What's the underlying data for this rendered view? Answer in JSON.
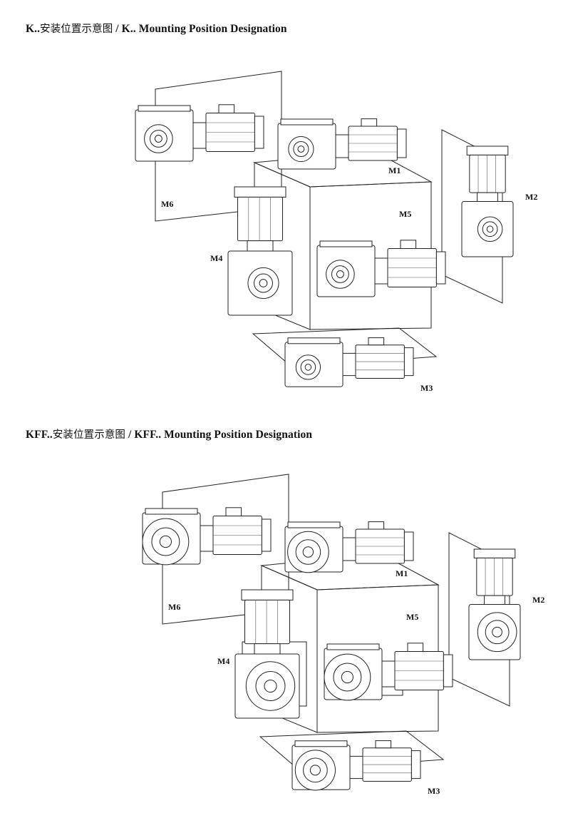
{
  "sections": [
    {
      "title_prefix": "K..",
      "title_cn": "安装位置示意图",
      "title_en": " / K.. Mounting Position Designation",
      "labels": {
        "m1": "M1",
        "m2": "M2",
        "m3": "M3",
        "m4": "M4",
        "m5": "M5",
        "m6": "M6"
      }
    },
    {
      "title_prefix": "KFF..",
      "title_cn": "安装位置示意图",
      "title_en": "  /  KFF.. Mounting Position Designation",
      "labels": {
        "m1": "M1",
        "m2": "M2",
        "m3": "M3",
        "m4": "M4",
        "m5": "M5",
        "m6": "M6"
      }
    }
  ]
}
